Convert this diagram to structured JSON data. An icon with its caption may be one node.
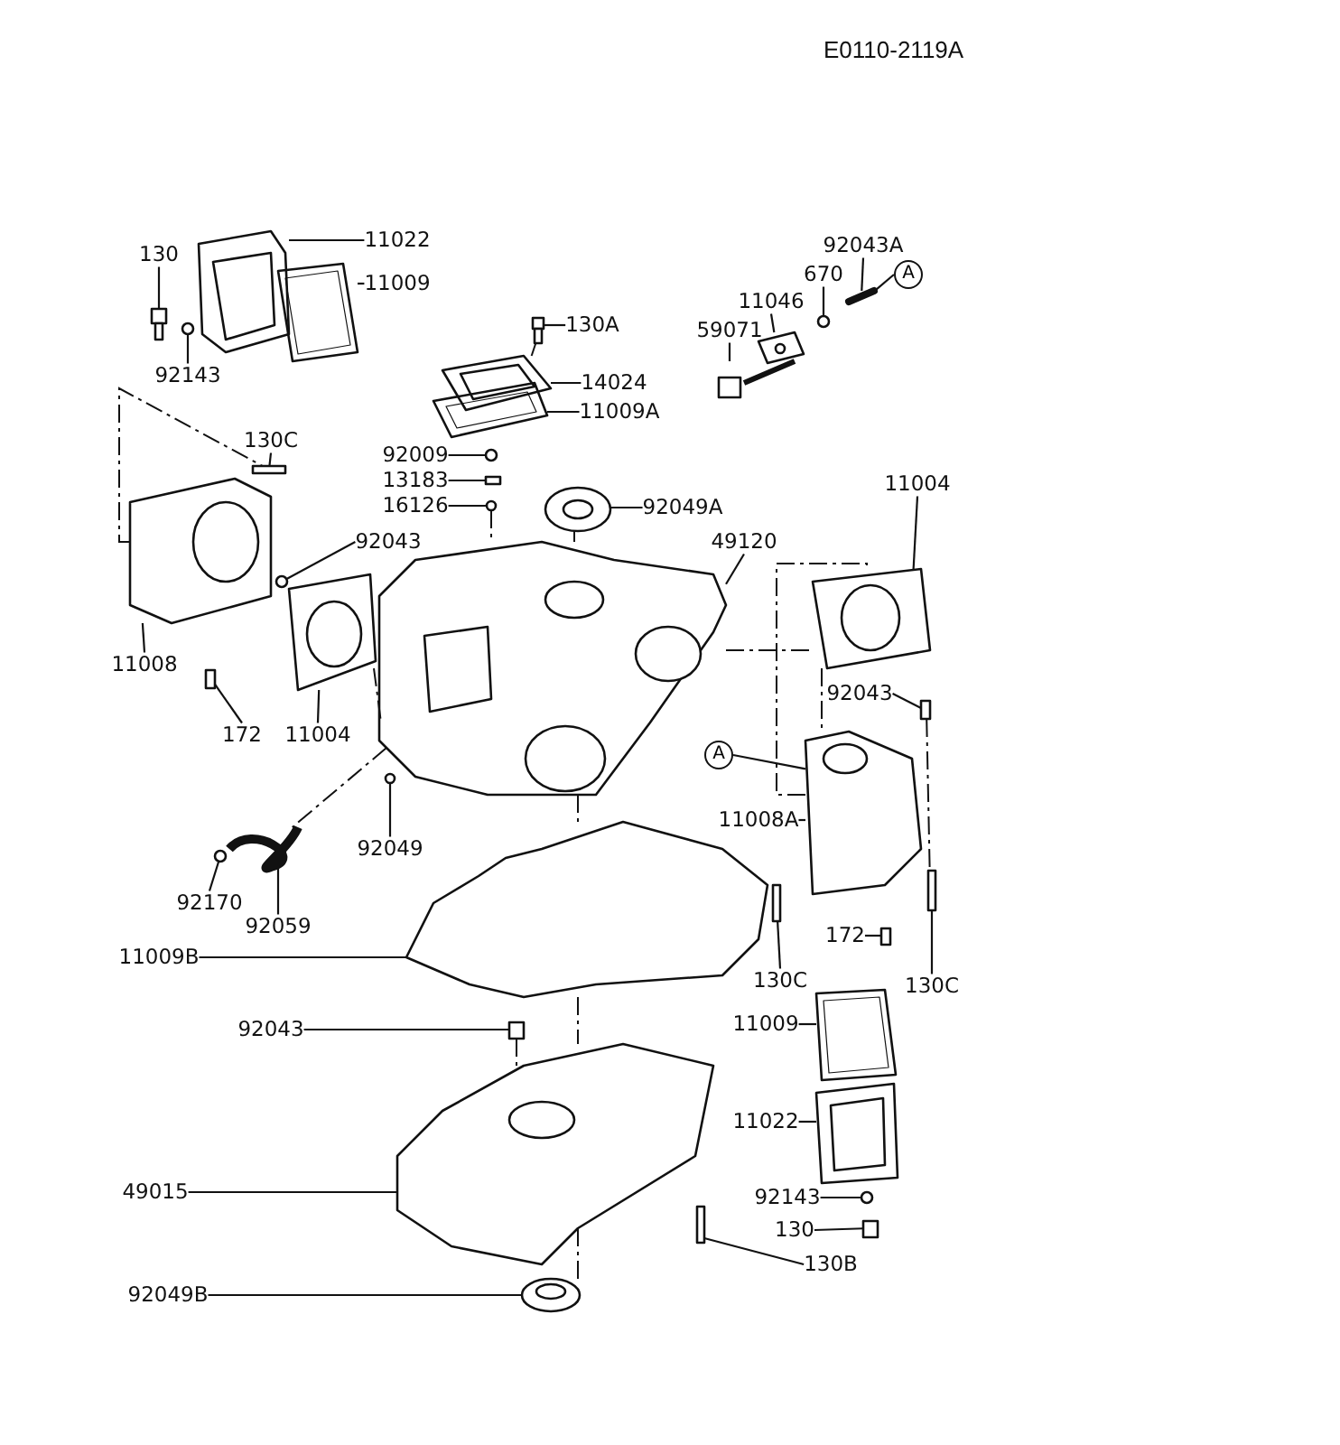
{
  "diagram": {
    "nodes": [
      {
        "text": [
          "130"
        ]
      },
      {
        "text": [
          "11022"
        ]
      },
      {
        "text": [
          "11009"
        ]
      },
      {
        "text": [
          "92143"
        ]
      },
      {
        "text": [
          "130C"
        ]
      },
      {
        "text": [
          "130A"
        ]
      },
      {
        "text": [
          "14024"
        ]
      },
      {
        "text": [
          "11009A"
        ]
      },
      {
        "text": [
          "92009"
        ]
      },
      {
        "text": [
          "13183"
        ]
      },
      {
        "text": [
          "16126"
        ]
      },
      {
        "text": [
          "92049A"
        ]
      },
      {
        "text": [
          "92043"
        ]
      },
      {
        "text": [
          "49120"
        ]
      },
      {
        "text": [
          "11008"
        ]
      },
      {
        "text": [
          "172"
        ]
      },
      {
        "text": [
          "11004"
        ]
      },
      {
        "text": [
          "92049"
        ]
      },
      {
        "text": [
          "92170"
        ]
      },
      {
        "text": [
          "92059"
        ]
      },
      {
        "text": [
          "11009B"
        ]
      },
      {
        "text": [
          "92043"
        ]
      },
      {
        "text": [
          "49015"
        ]
      },
      {
        "text": [
          "92049B"
        ]
      },
      {
        "text": [
          "92043A"
        ]
      },
      {
        "text": [
          "670"
        ]
      },
      {
        "text": [
          "11046"
        ]
      },
      {
        "text": [
          "59071"
        ]
      },
      {
        "text": [
          "A"
        ]
      },
      {
        "text": [
          "11004"
        ]
      },
      {
        "text": [
          "92043"
        ]
      },
      {
        "text": [
          "A"
        ]
      },
      {
        "text": [
          "11008A"
        ]
      },
      {
        "text": [
          "172"
        ]
      },
      {
        "text": [
          "130C"
        ]
      },
      {
        "text": [
          "130C"
        ]
      },
      {
        "text": [
          "11009"
        ]
      },
      {
        "text": [
          "11022"
        ]
      },
      {
        "text": [
          "92143"
        ]
      },
      {
        "text": [
          "130"
        ]
      },
      {
        "text": [
          "130B"
        ]
      },
      {
        "text": [],
        "shape": "picture"
      },
      {
        "text": [],
        "shape": "picture"
      },
      {
        "text": [],
        "shape": "picture"
      },
      {
        "text": [],
        "shape": "circle"
      },
      {
        "text": [],
        "shape": "box"
      },
      {
        "text": [],
        "shape": "picture"
      },
      {
        "text": [],
        "shape": "picture"
      },
      {
        "text": [],
        "shape": "picture"
      },
      {
        "text": [],
        "shape": "circle"
      },
      {
        "text": [],
        "shape": "box"
      },
      {
        "text": [],
        "shape": "circle"
      },
      {
        "text": [],
        "shape": "picture"
      },
      {
        "text": [],
        "shape": "circle"
      },
      {
        "text": [],
        "shape": "picture"
      },
      {
        "text": [],
        "shape": "picture"
      },
      {
        "text": [],
        "shape": "box"
      },
      {
        "text": [],
        "shape": "picture"
      },
      {
        "text": [],
        "shape": "circle"
      },
      {
        "text": [],
        "shape": "circle"
      },
      {
        "text": [],
        "shape": "picture"
      },
      {
        "text": [],
        "shape": "picture"
      },
      {
        "text": [],
        "shape": "box"
      },
      {
        "text": [],
        "shape": "picture"
      },
      {
        "text": [],
        "shape": "picture"
      },
      {
        "text": [],
        "shape": "bar"
      },
      {
        "text": [],
        "shape": "circle"
      },
      {
        "text": [],
        "shape": "picture"
      },
      {
        "text": [],
        "shape": "picture"
      },
      {
        "text": [],
        "shape": "picture"
      },
      {
        "text": [],
        "shape": "box"
      },
      {
        "text": [],
        "shape": "picture"
      },
      {
        "text": [],
        "shape": "box"
      },
      {
        "text": [],
        "shape": "box"
      },
      {
        "text": [],
        "shape": "box"
      },
      {
        "text": [],
        "shape": "picture"
      },
      {
        "text": [],
        "shape": "picture"
      },
      {
        "text": [],
        "shape": "circle"
      },
      {
        "text": [],
        "shape": "box"
      },
      {
        "text": [],
        "shape": "box"
      }
    ],
    "edges": [
      {
        "from": 0,
        "to": 41,
        "arrow": "none"
      },
      {
        "from": 1,
        "to": 42,
        "arrow": "none"
      },
      {
        "from": 2,
        "to": 43,
        "arrow": "none"
      },
      {
        "from": 3,
        "to": 44,
        "arrow": "none"
      },
      {
        "from": 4,
        "to": 45,
        "arrow": "none"
      },
      {
        "from": 5,
        "to": 46,
        "arrow": "none"
      },
      {
        "from": 6,
        "to": 47,
        "arrow": "none"
      },
      {
        "from": 7,
        "to": 48,
        "arrow": "none"
      },
      {
        "from": 8,
        "to": 49,
        "arrow": "none"
      },
      {
        "from": 9,
        "to": 50,
        "arrow": "none"
      },
      {
        "from": 10,
        "to": 51,
        "arrow": "none"
      },
      {
        "from": 11,
        "to": 52,
        "arrow": "none"
      },
      {
        "from": 12,
        "to": 53,
        "arrow": "none"
      },
      {
        "from": 13,
        "to": 54,
        "arrow": "none"
      },
      {
        "from": 14,
        "to": 55,
        "arrow": "none"
      },
      {
        "from": 15,
        "to": 56,
        "arrow": "none"
      },
      {
        "from": 16,
        "to": 57,
        "arrow": "none"
      },
      {
        "from": 17,
        "to": 58,
        "arrow": "none"
      },
      {
        "from": 18,
        "to": 59,
        "arrow": "none"
      },
      {
        "from": 19,
        "to": 60,
        "arrow": "none"
      },
      {
        "from": 20,
        "to": 61,
        "arrow": "none"
      },
      {
        "from": 21,
        "to": 62,
        "arrow": "none"
      },
      {
        "from": 22,
        "to": 63,
        "arrow": "none"
      },
      {
        "from": 23,
        "to": 64,
        "arrow": "none"
      },
      {
        "from": 24,
        "to": 65,
        "arrow": "none"
      },
      {
        "from": 25,
        "to": 66,
        "arrow": "none"
      },
      {
        "from": 26,
        "to": 67,
        "arrow": "none"
      },
      {
        "from": 27,
        "to": 68,
        "arrow": "none"
      },
      {
        "from": 28,
        "to": 65,
        "arrow": "none"
      },
      {
        "from": 29,
        "to": 69,
        "arrow": "none"
      },
      {
        "from": 30,
        "to": 70,
        "arrow": "none"
      },
      {
        "from": 31,
        "to": 71,
        "arrow": "none"
      },
      {
        "from": 32,
        "to": 71,
        "arrow": "none"
      },
      {
        "from": 33,
        "to": 72,
        "arrow": "none"
      },
      {
        "from": 34,
        "to": 73,
        "arrow": "none"
      },
      {
        "from": 35,
        "to": 74,
        "arrow": "none"
      },
      {
        "from": 36,
        "to": 75,
        "arrow": "none"
      },
      {
        "from": 37,
        "to": 76,
        "arrow": "none"
      },
      {
        "from": 38,
        "to": 77,
        "arrow": "none"
      },
      {
        "from": 39,
        "to": 78,
        "arrow": "none"
      },
      {
        "from": 40,
        "to": 79,
        "arrow": "none"
      },
      {
        "from": 55,
        "to": 45,
        "arrow": "none",
        "style": "dashed"
      },
      {
        "from": 46,
        "to": 47,
        "arrow": "none",
        "style": "dashed"
      },
      {
        "from": 51,
        "to": 54,
        "arrow": "none",
        "style": "dashed"
      },
      {
        "from": 52,
        "to": 54,
        "arrow": "none",
        "style": "dashed"
      },
      {
        "from": 54,
        "to": 61,
        "arrow": "none",
        "style": "dashed"
      },
      {
        "from": 62,
        "to": 63,
        "arrow": "none",
        "style": "dashed"
      },
      {
        "from": 54,
        "to": 60,
        "arrow": "none",
        "style": "dashed"
      },
      {
        "from": 57,
        "to": 54,
        "arrow": "none",
        "style": "dashed"
      },
      {
        "from": 54,
        "to": 69,
        "arrow": "none",
        "style": "dashed"
      },
      {
        "from": 71,
        "to": 69,
        "arrow": "none",
        "style": "dashed"
      },
      {
        "from": 69,
        "to": 71,
        "arrow": "none",
        "style": "dashed"
      },
      {
        "from": 70,
        "to": 74,
        "arrow": "none",
        "style": "dashed"
      },
      {
        "from": 61,
        "to": 63,
        "arrow": "none",
        "style": "dashed"
      },
      {
        "from": 63,
        "to": 64,
        "arrow": "none",
        "style": "dashed"
      }
    ],
    "labels": [
      "E0110-2119A"
    ]
  }
}
